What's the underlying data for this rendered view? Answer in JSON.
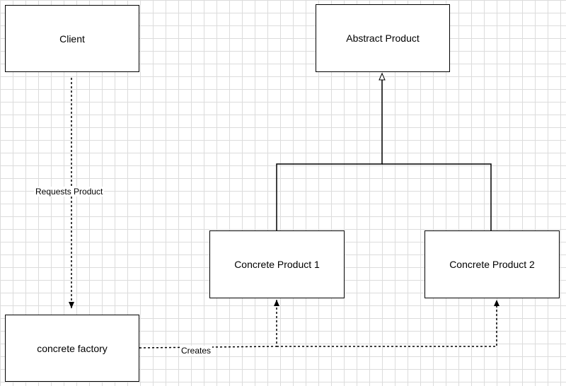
{
  "diagram": {
    "nodes": {
      "client": "Client",
      "abstract_product": "Abstract Product",
      "concrete_product_1": "Concrete Product 1",
      "concrete_product_2": "Concrete Product 2",
      "concrete_factory": "concrete factory"
    },
    "edges": {
      "requests_product": "Requests Product",
      "creates": "Creates"
    }
  }
}
